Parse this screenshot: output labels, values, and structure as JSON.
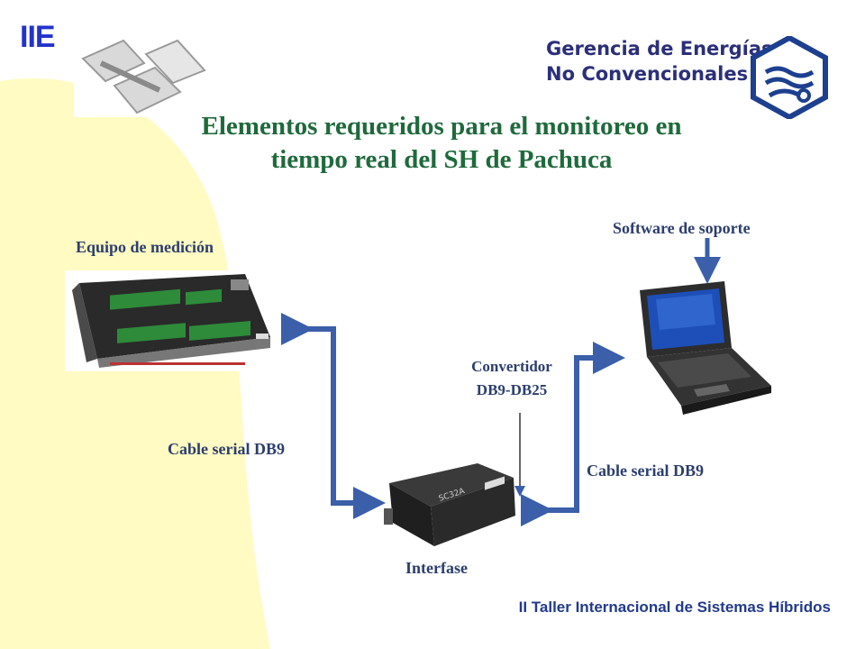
{
  "header": {
    "org_abbr": "IIE",
    "brand_line1": "Gerencia de Energías",
    "brand_line2": "No Convencionales"
  },
  "title": {
    "line1": "Elementos requeridos para el monitoreo en",
    "line2": "tiempo real del SH de Pachuca"
  },
  "diagram": {
    "equipo_label": "Equipo de medición",
    "software_label": "Software de soporte",
    "convertidor_line1": "Convertidor",
    "convertidor_line2": "DB9-DB25",
    "cable_left_label": "Cable serial DB9",
    "cable_right_label": "Cable serial DB9",
    "interfase_label": "Interfase",
    "interfase_device_text": "SC32A"
  },
  "footer": {
    "text": "II Taller Internacional de Sistemas Híbridos"
  },
  "colors": {
    "background_blob": "#fffbc2",
    "arrow": "#3b5fa8",
    "title": "#1f6a3c",
    "label": "#2c3e6e"
  }
}
